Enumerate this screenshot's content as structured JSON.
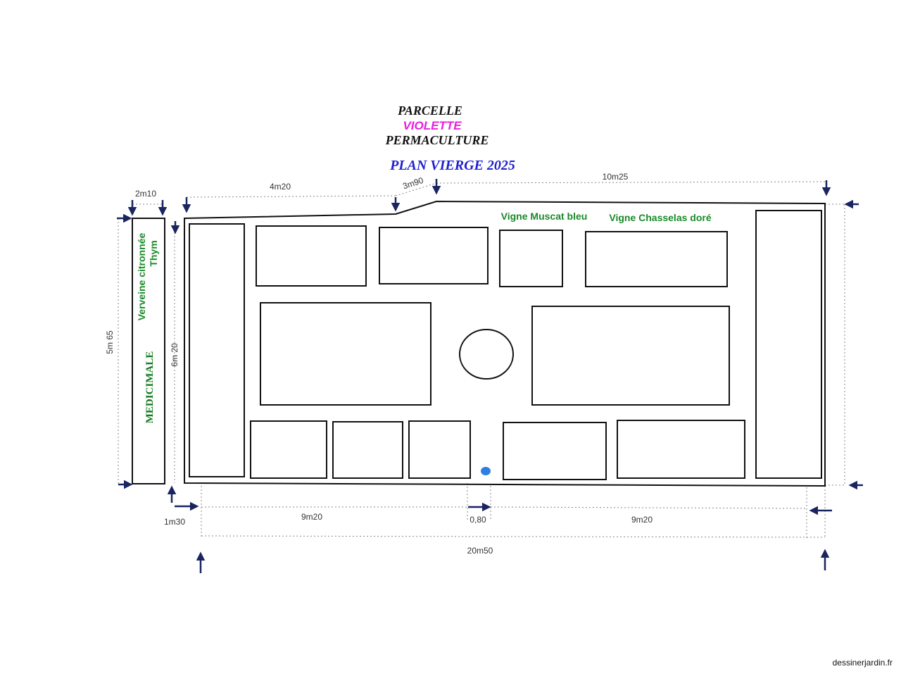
{
  "titles": {
    "line1": "PARCELLE",
    "line2": "VIOLETTE",
    "line3": "PERMACULTURE",
    "line4": "PLAN VIERGE 2025"
  },
  "dimensions": {
    "d_2m10": "2m10",
    "d_4m20": "4m20",
    "d_3m90": "3m90",
    "d_10m25": "10m25",
    "d_5m65": "5m 65",
    "d_6m20": "6m 20",
    "d_1m30": "1m30",
    "d_9m20_left": "9m20",
    "d_0_80": "0,80",
    "d_9m20_right": "9m20",
    "d_20m50": "20m50"
  },
  "labels": {
    "vigne_muscat": "Vigne Muscat bleu",
    "vigne_chasselas": "Vigne Chasselas doré",
    "verveine": "Verveine citronnée",
    "thym": "Thym",
    "medicinale": "MEDICIMALE"
  },
  "colors": {
    "title_black": "#111111",
    "title_pink": "#e81ee0",
    "title_blue": "#2020d0",
    "plant_green": "#1a8a2a",
    "medic_green": "#137a1e",
    "point_blue": "#2f7fe0",
    "arrow_navy": "#1a2460"
  },
  "credit": "dessinerjardin.fr"
}
